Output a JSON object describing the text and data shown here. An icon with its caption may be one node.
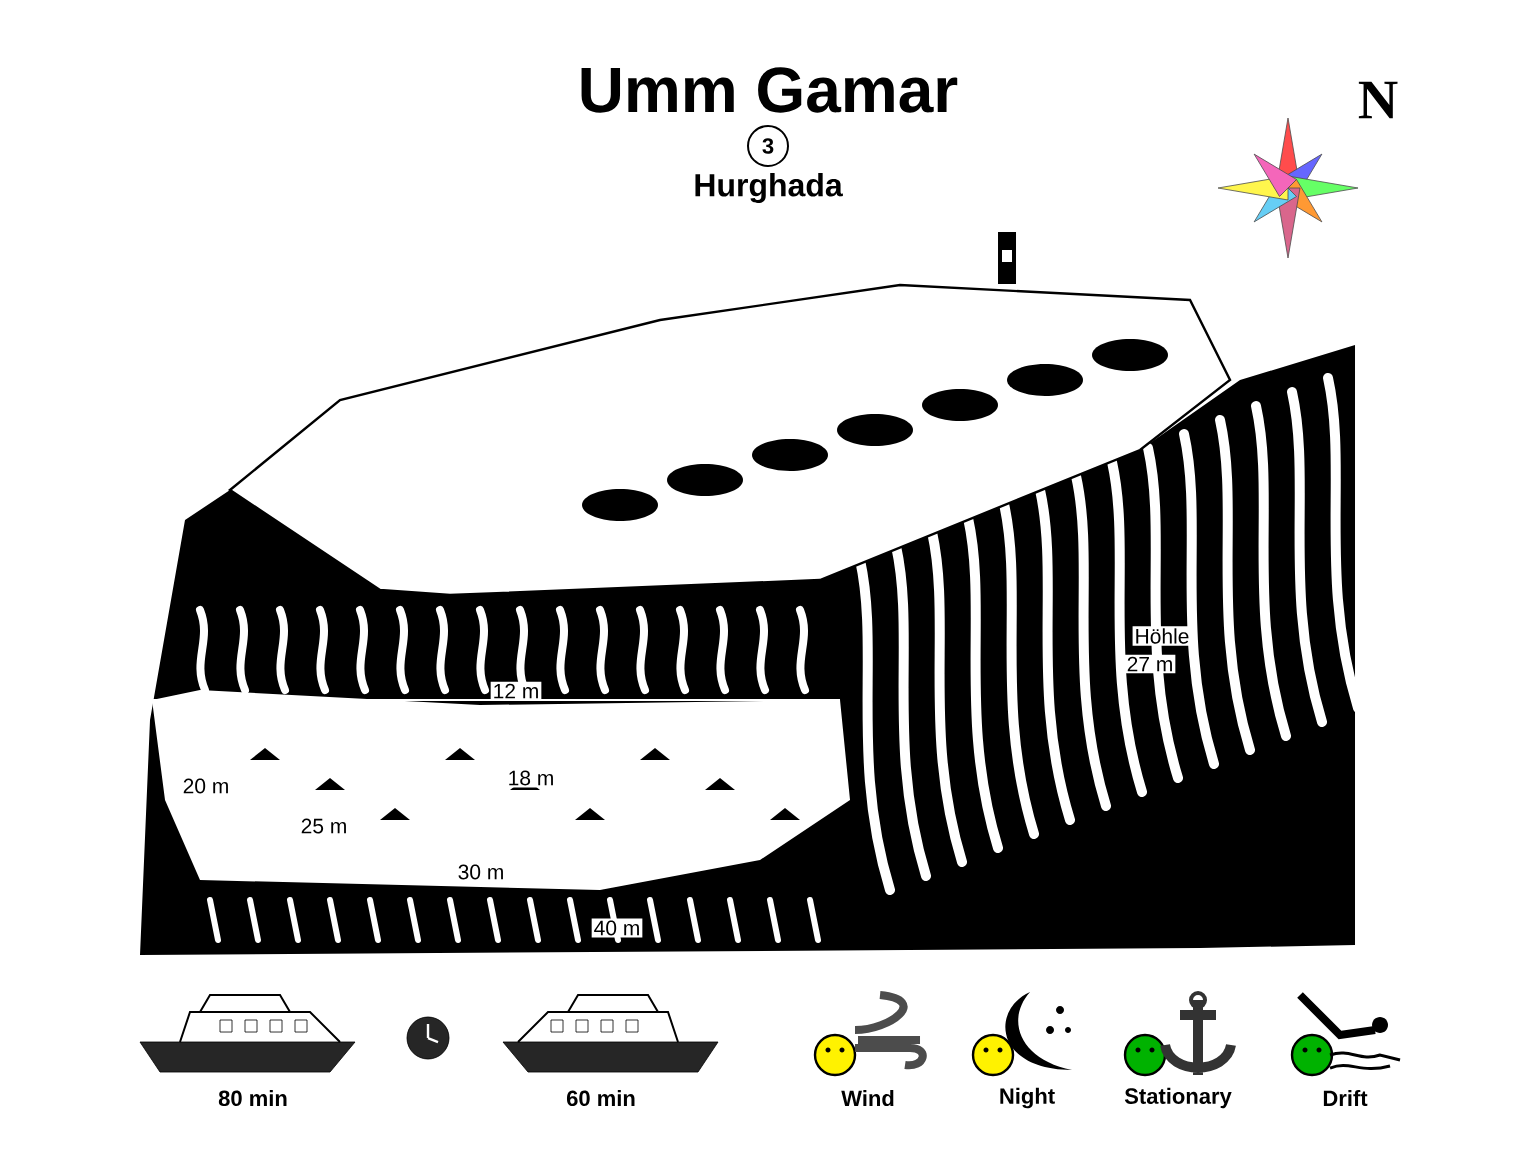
{
  "diagram": {
    "title": "Umm Gamar",
    "labels": [
      "3",
      "Hurghada",
      "N",
      "Höhle",
      "27 m",
      "12 m",
      "18 m",
      "20 m",
      "25 m",
      "30 m",
      "40 m",
      "80 min",
      "60 min",
      "Wind",
      "Night",
      "Stationary",
      "Drift"
    ]
  }
}
